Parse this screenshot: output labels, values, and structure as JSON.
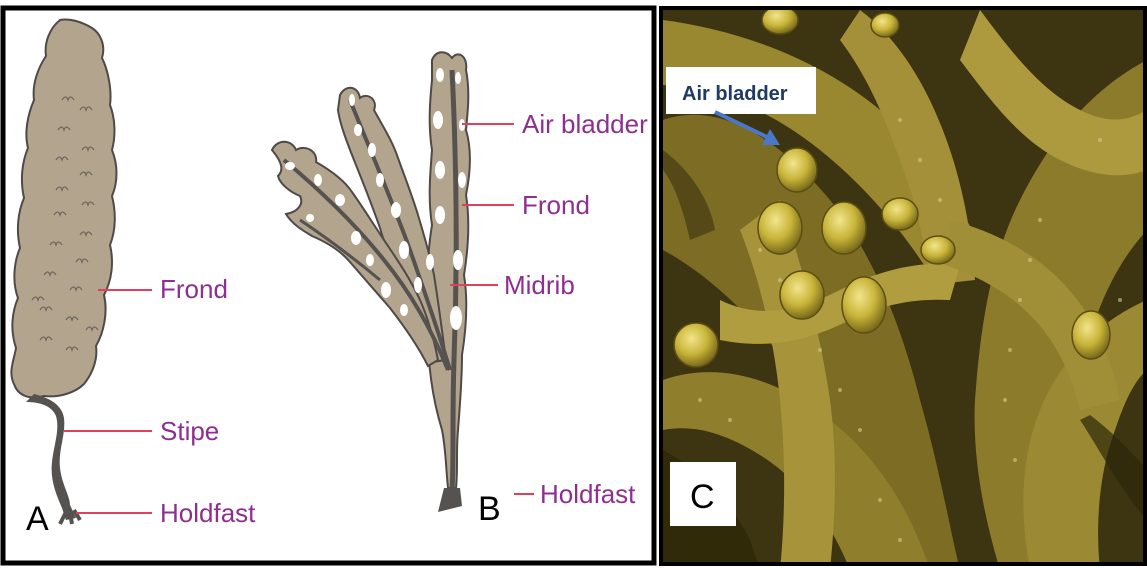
{
  "panels": {
    "a": {
      "letter": "A",
      "labels": {
        "frond": "Frond",
        "stipe": "Stipe",
        "holdfast": "Holdfast"
      }
    },
    "b": {
      "letter": "B",
      "labels": {
        "air_bladder": "Air bladder",
        "frond": "Frond",
        "midrib": "Midrib",
        "holdfast": "Holdfast"
      }
    },
    "c": {
      "letter": "C",
      "callout": "Air bladder"
    }
  },
  "colors": {
    "frond_fill": "#b3a48e",
    "frond_outline": "#4e4a47",
    "stalk": "#55524f",
    "label_text": "#8e2f8f",
    "leader_line": "#e0405a",
    "callout_arrow": "#4a78c8",
    "seaweed_base": "#8a7a2a",
    "bladder": "#c9b53a"
  },
  "icons": {
    "arrow": "arrow-icon"
  }
}
